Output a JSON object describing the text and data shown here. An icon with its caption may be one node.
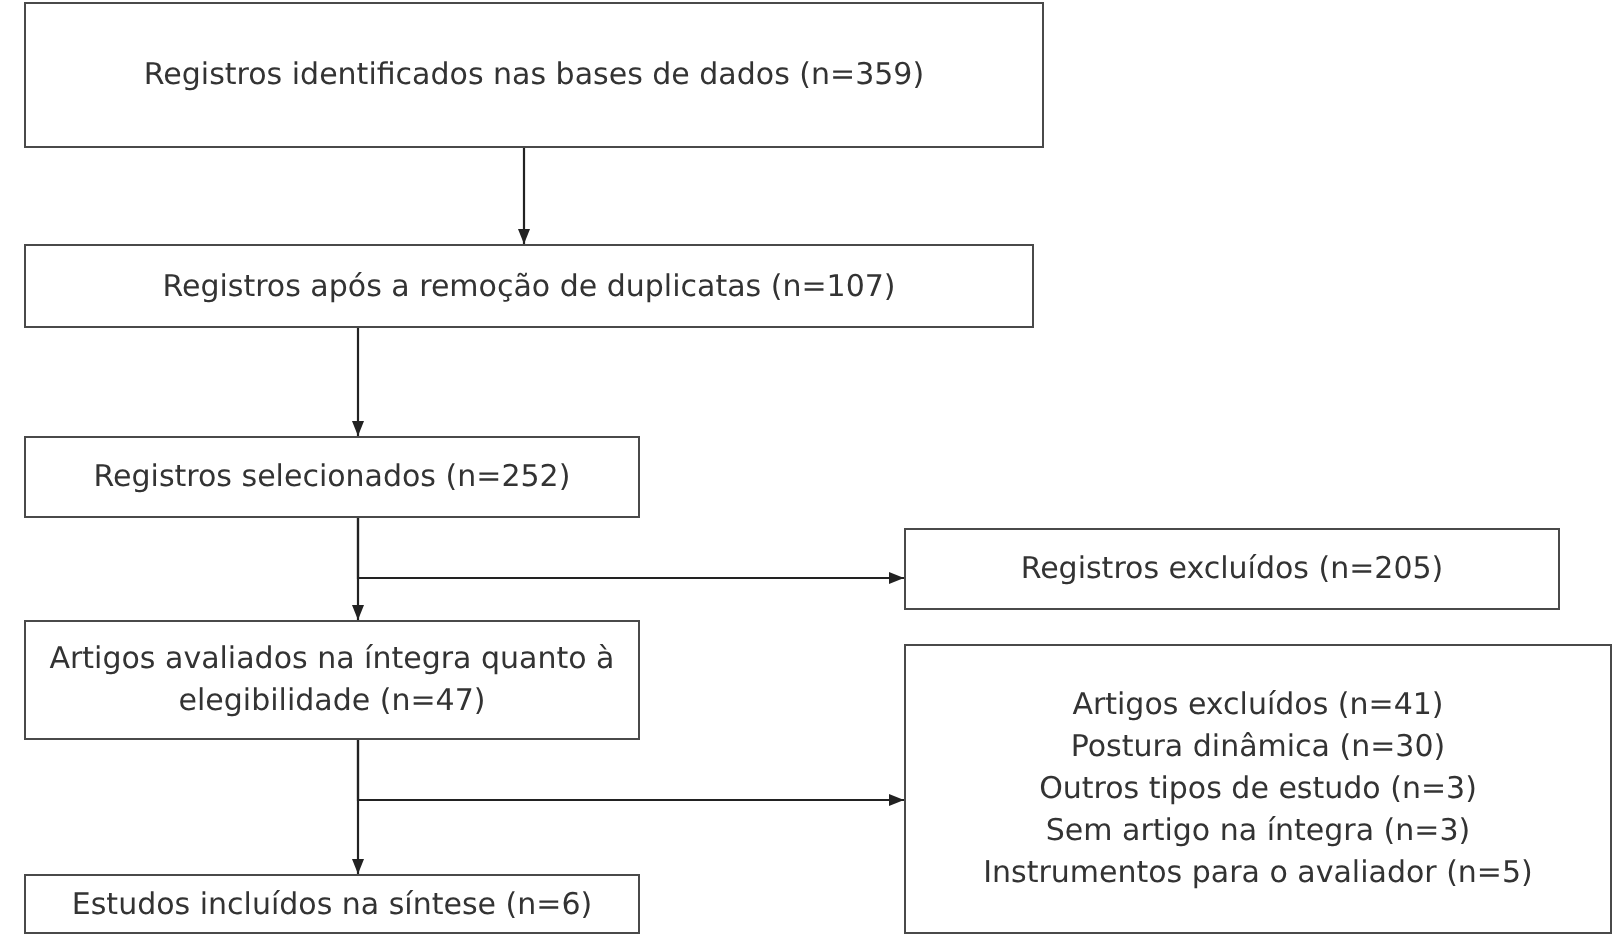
{
  "diagram": {
    "nodes": [
      {
        "text": [
          "Registros identificados nas bases de dados (n=359)"
        ]
      },
      {
        "text": [
          "Registros após a remoção de duplicatas (n=107)"
        ]
      },
      {
        "text": [
          "Registros selecionados (n=252)"
        ]
      },
      {
        "text": [
          "Registros excluídos (n=205)"
        ]
      },
      {
        "text": [
          "Artigos avaliados na íntegra quanto à elegibilidade (n=47)"
        ]
      },
      {
        "text": [
          "Artigos excluídos (n=41)",
          "Postura dinâmica (n=30)",
          "Outros tipos de estudo (n=3)",
          "Sem artigo na íntegra (n=3)",
          "Instrumentos para o avaliador (n=5)"
        ]
      },
      {
        "text": [
          "Estudos incluídos na síntese (n=6)"
        ]
      }
    ],
    "edges": [
      {
        "from": 0,
        "to": 1,
        "arrow": "to"
      },
      {
        "from": 1,
        "to": 2,
        "arrow": "to"
      },
      {
        "from": 2,
        "to": 4,
        "arrow": "to"
      },
      {
        "from": 2,
        "to": 3,
        "arrow": "to"
      },
      {
        "from": 4,
        "to": 6,
        "arrow": "to"
      },
      {
        "from": 4,
        "to": 5,
        "arrow": "to"
      }
    ]
  }
}
